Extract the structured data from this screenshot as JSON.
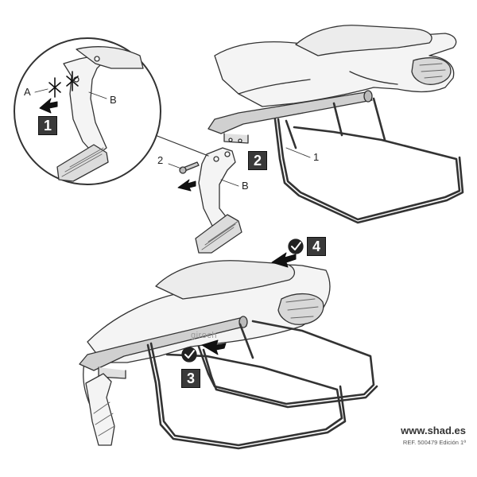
{
  "labels": {
    "inset_a": "A",
    "inset_b": "B",
    "part_b": "B",
    "part_1": "1",
    "part_2": "2"
  },
  "steps": [
    "1",
    "2",
    "3",
    "4"
  ],
  "footer": {
    "website": "www.shad.es",
    "reference": "REF. 500479 Edición 1ª"
  },
  "watermark": "giroch",
  "colors": {
    "line": "#333333",
    "step_box": "#3a3a3a",
    "fill": "#f2f2f2"
  }
}
